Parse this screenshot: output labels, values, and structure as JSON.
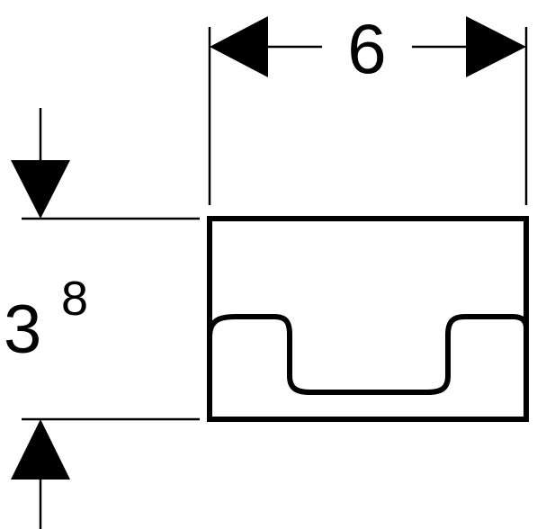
{
  "dimensions": {
    "width": {
      "value": "6"
    },
    "height": {
      "value": "3",
      "superscript": "8"
    }
  },
  "colors": {
    "line": "#000000",
    "background": "#ffffff"
  }
}
